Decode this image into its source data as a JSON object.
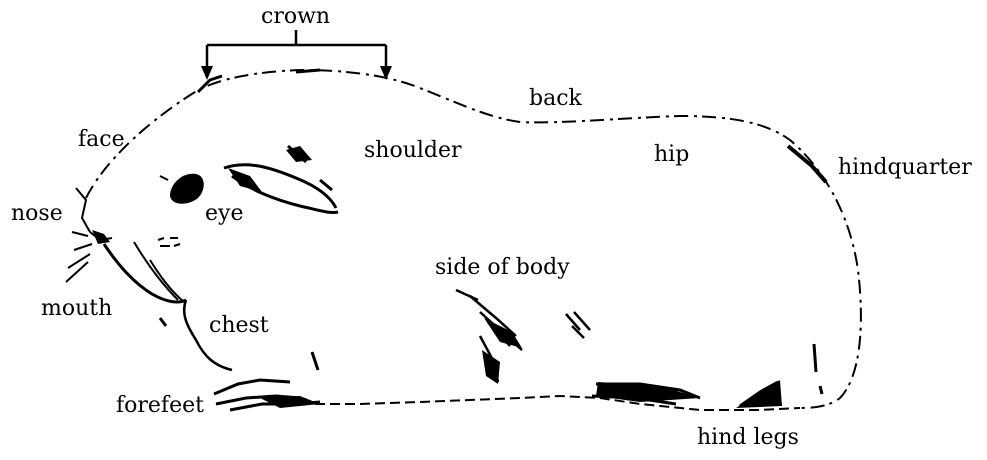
{
  "labels": {
    "crown": "crown",
    "back": "back",
    "face": "face",
    "shoulder": "shoulder",
    "hip": "hip",
    "hindquarter": "hindquarter",
    "nose": "nose",
    "eye": "eye",
    "side_of_body": "side of body",
    "mouth": "mouth",
    "chest": "chest",
    "forefeet": "forefeet",
    "hind_legs": "hind legs"
  },
  "colors": {
    "ink": "#000000",
    "background": "#ffffff"
  }
}
